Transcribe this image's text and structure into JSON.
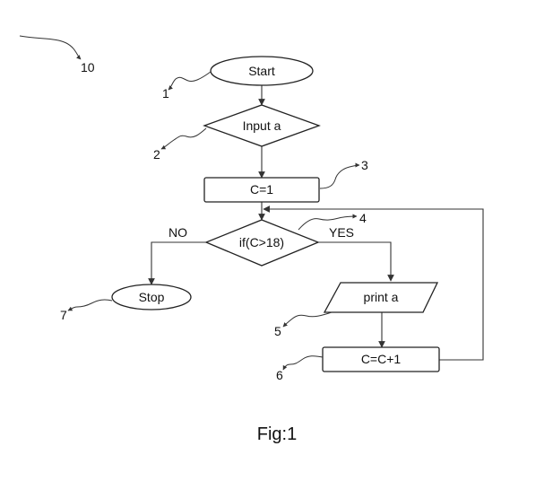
{
  "nodes": {
    "start": "Start",
    "input": "Input a",
    "init": "C=1",
    "condition": "if(C>18)",
    "stop": "Stop",
    "print": "print a",
    "increment": "C=C+1"
  },
  "branches": {
    "no": "NO",
    "yes": "YES"
  },
  "refs": {
    "figure": "10",
    "start": "1",
    "input": "2",
    "init": "3",
    "condition": "4",
    "print": "5",
    "increment": "6",
    "stop": "7"
  },
  "caption": "Fig:1"
}
